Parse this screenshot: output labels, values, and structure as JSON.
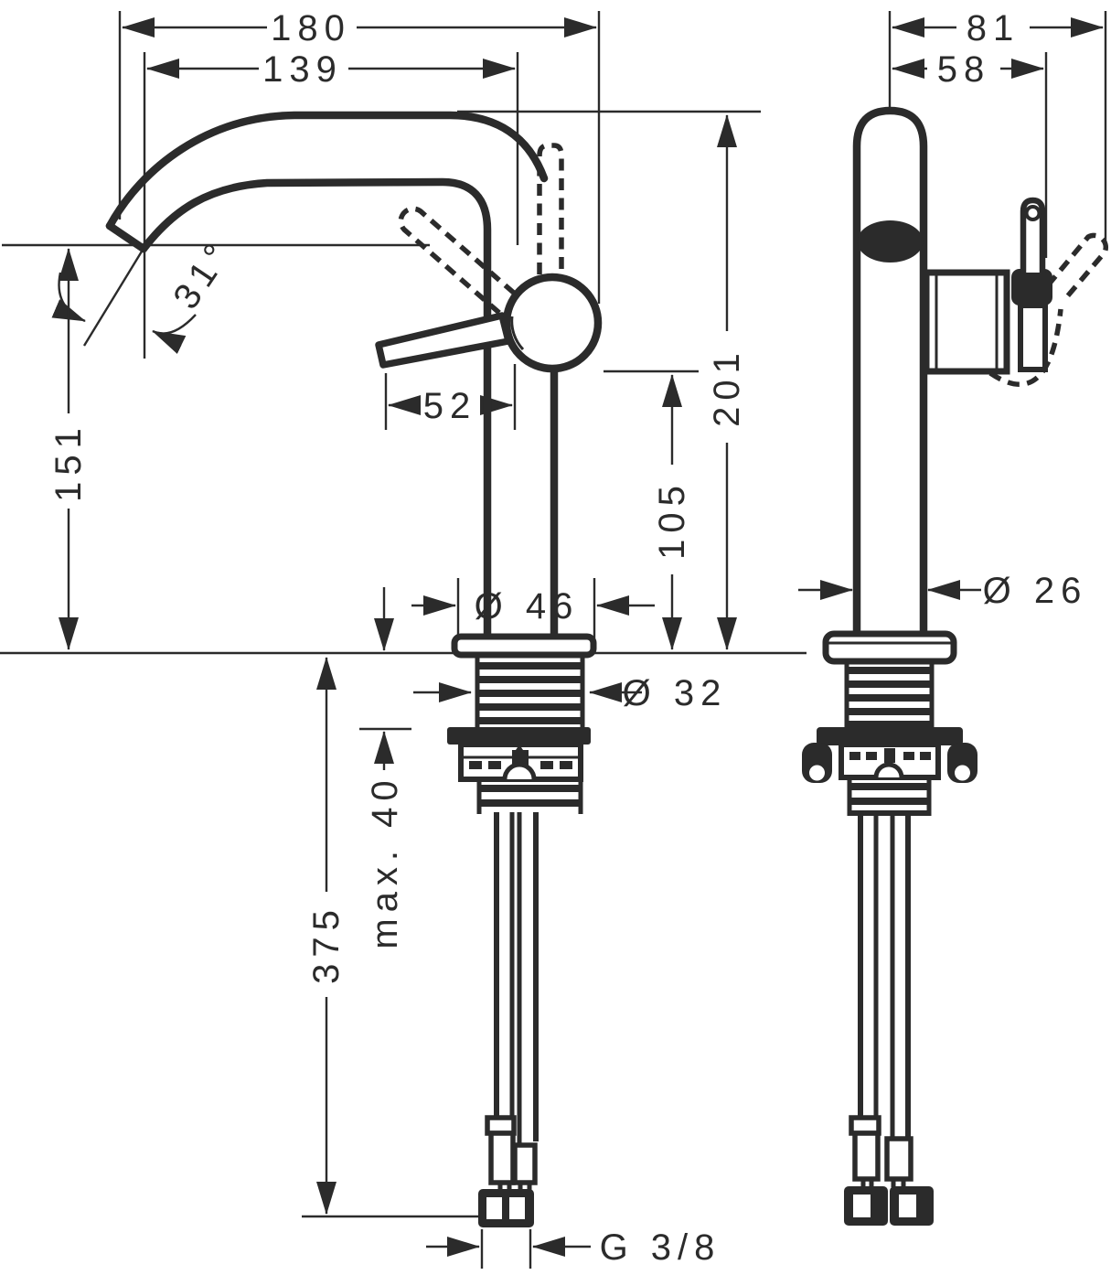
{
  "front_view": {
    "width_total": "180",
    "spout_reach": "139",
    "spout_angle": "31°",
    "outlet_height": "151",
    "total_height": "201",
    "handle_height": "105",
    "handle_length": "52",
    "base_diameter": "Ø 46",
    "shank_diameter": "Ø 32",
    "max_counter_thickness": "max. 40",
    "hose_length": "375",
    "connection_thread": "G 3/8"
  },
  "side_view": {
    "depth_total": "81",
    "handle_depth": "58",
    "body_diameter": "Ø 26"
  },
  "colors": {
    "line": "#2b2b2b",
    "background": "#ffffff"
  }
}
